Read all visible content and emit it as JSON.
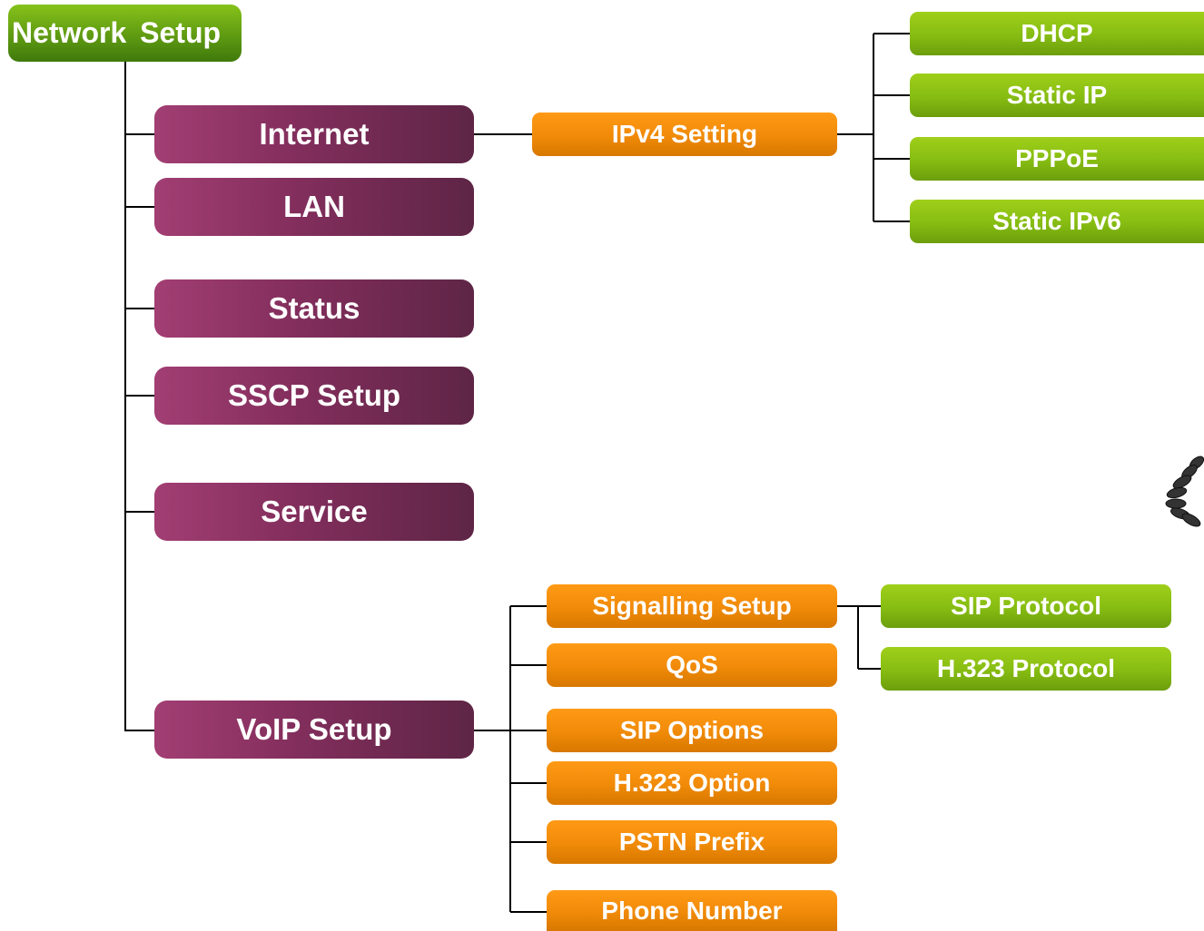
{
  "root": {
    "label": "Network  Setup"
  },
  "menu": [
    {
      "label": "Internet"
    },
    {
      "label": "LAN"
    },
    {
      "label": "Status"
    },
    {
      "label": "SSCP Setup"
    },
    {
      "label": "Service"
    },
    {
      "label": "VoIP Setup"
    }
  ],
  "internet": {
    "ipv4": {
      "label": "IPv4 Setting"
    },
    "modes": [
      {
        "label": "DHCP"
      },
      {
        "label": "Static IP"
      },
      {
        "label": "PPPoE"
      },
      {
        "label": "Static IPv6"
      }
    ]
  },
  "voip": {
    "items": [
      {
        "label": "Signalling Setup"
      },
      {
        "label": "QoS"
      },
      {
        "label": "SIP Options"
      },
      {
        "label": "H.323 Option"
      },
      {
        "label": "PSTN Prefix"
      },
      {
        "label": "Phone Number"
      }
    ],
    "protocols": [
      {
        "label": "SIP Protocol"
      },
      {
        "label": "H.323 Protocol"
      }
    ]
  },
  "colors": {
    "root_green": "#5f9a12",
    "menu_purple": "#822e5c",
    "sub_orange": "#f08a08",
    "leaf_green": "#86bc12",
    "connector": "#000000"
  }
}
